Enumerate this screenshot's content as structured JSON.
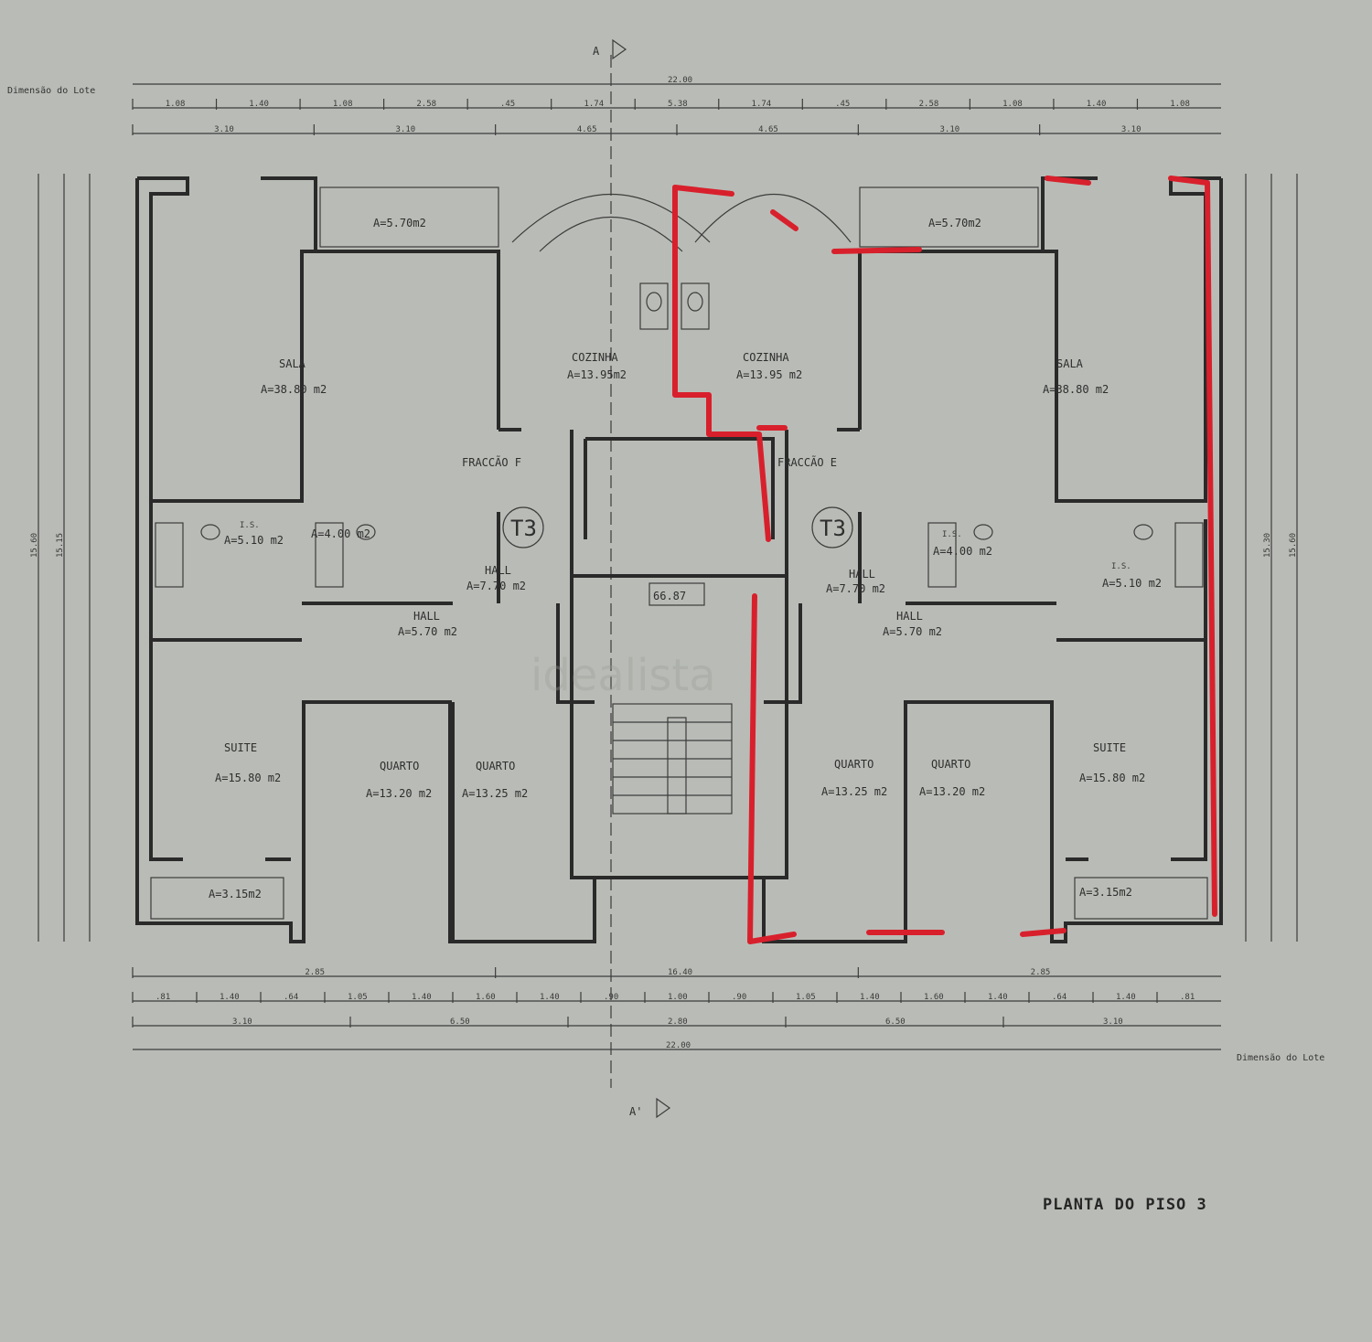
{
  "labels": {
    "lot_left": "Dimensão do Lote",
    "lot_right": "Dimensão do Lote",
    "section_top": "A",
    "section_bottom": "A'",
    "title": "PLANTA DO PISO 3",
    "watermark": "idealista",
    "stair_area": "66.87"
  },
  "dims": {
    "total_top": "22.00",
    "total_bottom": "22.00",
    "row1": [
      "1.08",
      "1.40",
      "1.08",
      "2.58",
      ".45",
      "1.74",
      "5.38",
      "1.74",
      ".45",
      "2.58",
      "1.08",
      "1.40",
      "1.08"
    ],
    "row2": [
      "3.10",
      "3.10",
      "4.65",
      "4.65",
      "3.10",
      "3.10"
    ],
    "row_b1": [
      "2.85",
      "16.40",
      "2.85"
    ],
    "row_b2": [
      ".81",
      "1.40",
      ".64",
      "1.05",
      "1.40",
      "1.60",
      "1.40",
      ".90",
      "1.00",
      ".90",
      "1.05",
      "1.40",
      "1.60",
      "1.40",
      ".64",
      "1.40",
      ".81"
    ],
    "row_b3": [
      "3.10",
      "6.50",
      "2.80",
      "6.50",
      "3.10"
    ],
    "left_v1": "15.60",
    "left_v2": "15.15",
    "right_v1": "15.30",
    "right_v2": "15.60"
  },
  "rooms": {
    "sala_left": {
      "name": "SALA",
      "area": "A=38.80 m2"
    },
    "sala_right": {
      "name": "SALA",
      "area": "A=38.80 m2"
    },
    "cozinha_left": {
      "name": "COZINHA",
      "area": "A=13.95m2"
    },
    "cozinha_right": {
      "name": "COZINHA",
      "area": "A=13.95 m2"
    },
    "balcony_left": "A=5.70m2",
    "balcony_right": "A=5.70m2",
    "fraccao_left": "FRACCÃO F",
    "fraccao_right": "FRACCÃO E",
    "type_left": "T3",
    "type_right": "T3",
    "ws_left": {
      "name": "I.S.",
      "area": "A=5.10 m2"
    },
    "ws_left2": {
      "area": "A=4.00 m2"
    },
    "ws_right": {
      "name": "I.S.",
      "area": "A=4.00 m2"
    },
    "ws_right2": {
      "name": "I.S.",
      "area": "A=5.10 m2"
    },
    "hall_left1": {
      "name": "HALL",
      "area": "A=7.70 m2"
    },
    "hall_left2": {
      "name": "HALL",
      "area": "A=5.70 m2"
    },
    "hall_right1": {
      "name": "HALL",
      "area": "A=7.70 m2"
    },
    "hall_right2": {
      "name": "HALL",
      "area": "A=5.70 m2"
    },
    "suite_left": {
      "name": "SUITE",
      "area": "A=15.80 m2"
    },
    "suite_right": {
      "name": "SUITE",
      "area": "A=15.80 m2"
    },
    "quarto_l1": {
      "name": "QUARTO",
      "area": "A=13.20 m2"
    },
    "quarto_l2": {
      "name": "QUARTO",
      "area": "A=13.25 m2"
    },
    "quarto_r1": {
      "name": "QUARTO",
      "area": "A=13.25 m2"
    },
    "quarto_r2": {
      "name": "QUARTO",
      "area": "A=13.20 m2"
    },
    "terrace_left": "A=3.15m2",
    "terrace_right": "A=3.15m2"
  },
  "colors": {
    "paper": "#b9bcb6",
    "line": "#2a2a2a",
    "highlight": "#d8202c"
  }
}
